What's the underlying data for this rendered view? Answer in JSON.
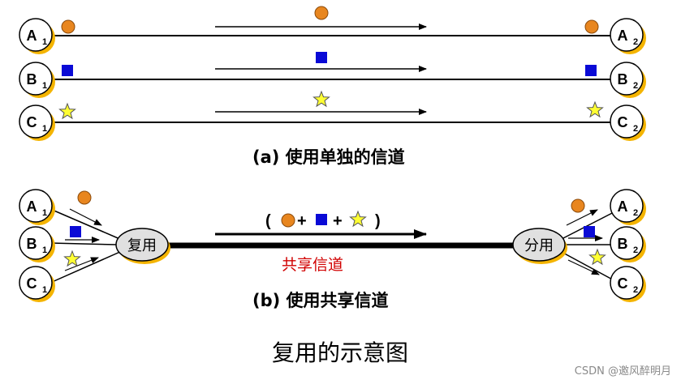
{
  "diagram": {
    "nodes_a": {
      "a1": {
        "main": "A",
        "sub": "1"
      },
      "a2": {
        "main": "A",
        "sub": "2"
      },
      "b1": {
        "main": "B",
        "sub": "1"
      },
      "b2": {
        "main": "B",
        "sub": "2"
      },
      "c1": {
        "main": "C",
        "sub": "1"
      },
      "c2": {
        "main": "C",
        "sub": "2"
      }
    },
    "nodes_b": {
      "a1": {
        "main": "A",
        "sub": "1"
      },
      "a2": {
        "main": "A",
        "sub": "2"
      },
      "b1": {
        "main": "B",
        "sub": "1"
      },
      "b2": {
        "main": "B",
        "sub": "2"
      },
      "c1": {
        "main": "C",
        "sub": "1"
      },
      "c2": {
        "main": "C",
        "sub": "2"
      }
    },
    "caption_a": "(a)  使用单独的信道",
    "mux_label": "复用",
    "demux_label": "分用",
    "combined": {
      "open": "(",
      "plus1": "+",
      "plus2": "+",
      "close": ")"
    },
    "shared_label": "共享信道",
    "caption_b": "(b)  使用共享信道",
    "title": "复用的示意图",
    "watermark": "CSDN @邀风醉明月",
    "colors": {
      "circle": "#e8861f",
      "square": "#0a0ad6",
      "star": "#ffff33",
      "shared": "#d10000",
      "node_shadow": "#f4b400"
    }
  }
}
